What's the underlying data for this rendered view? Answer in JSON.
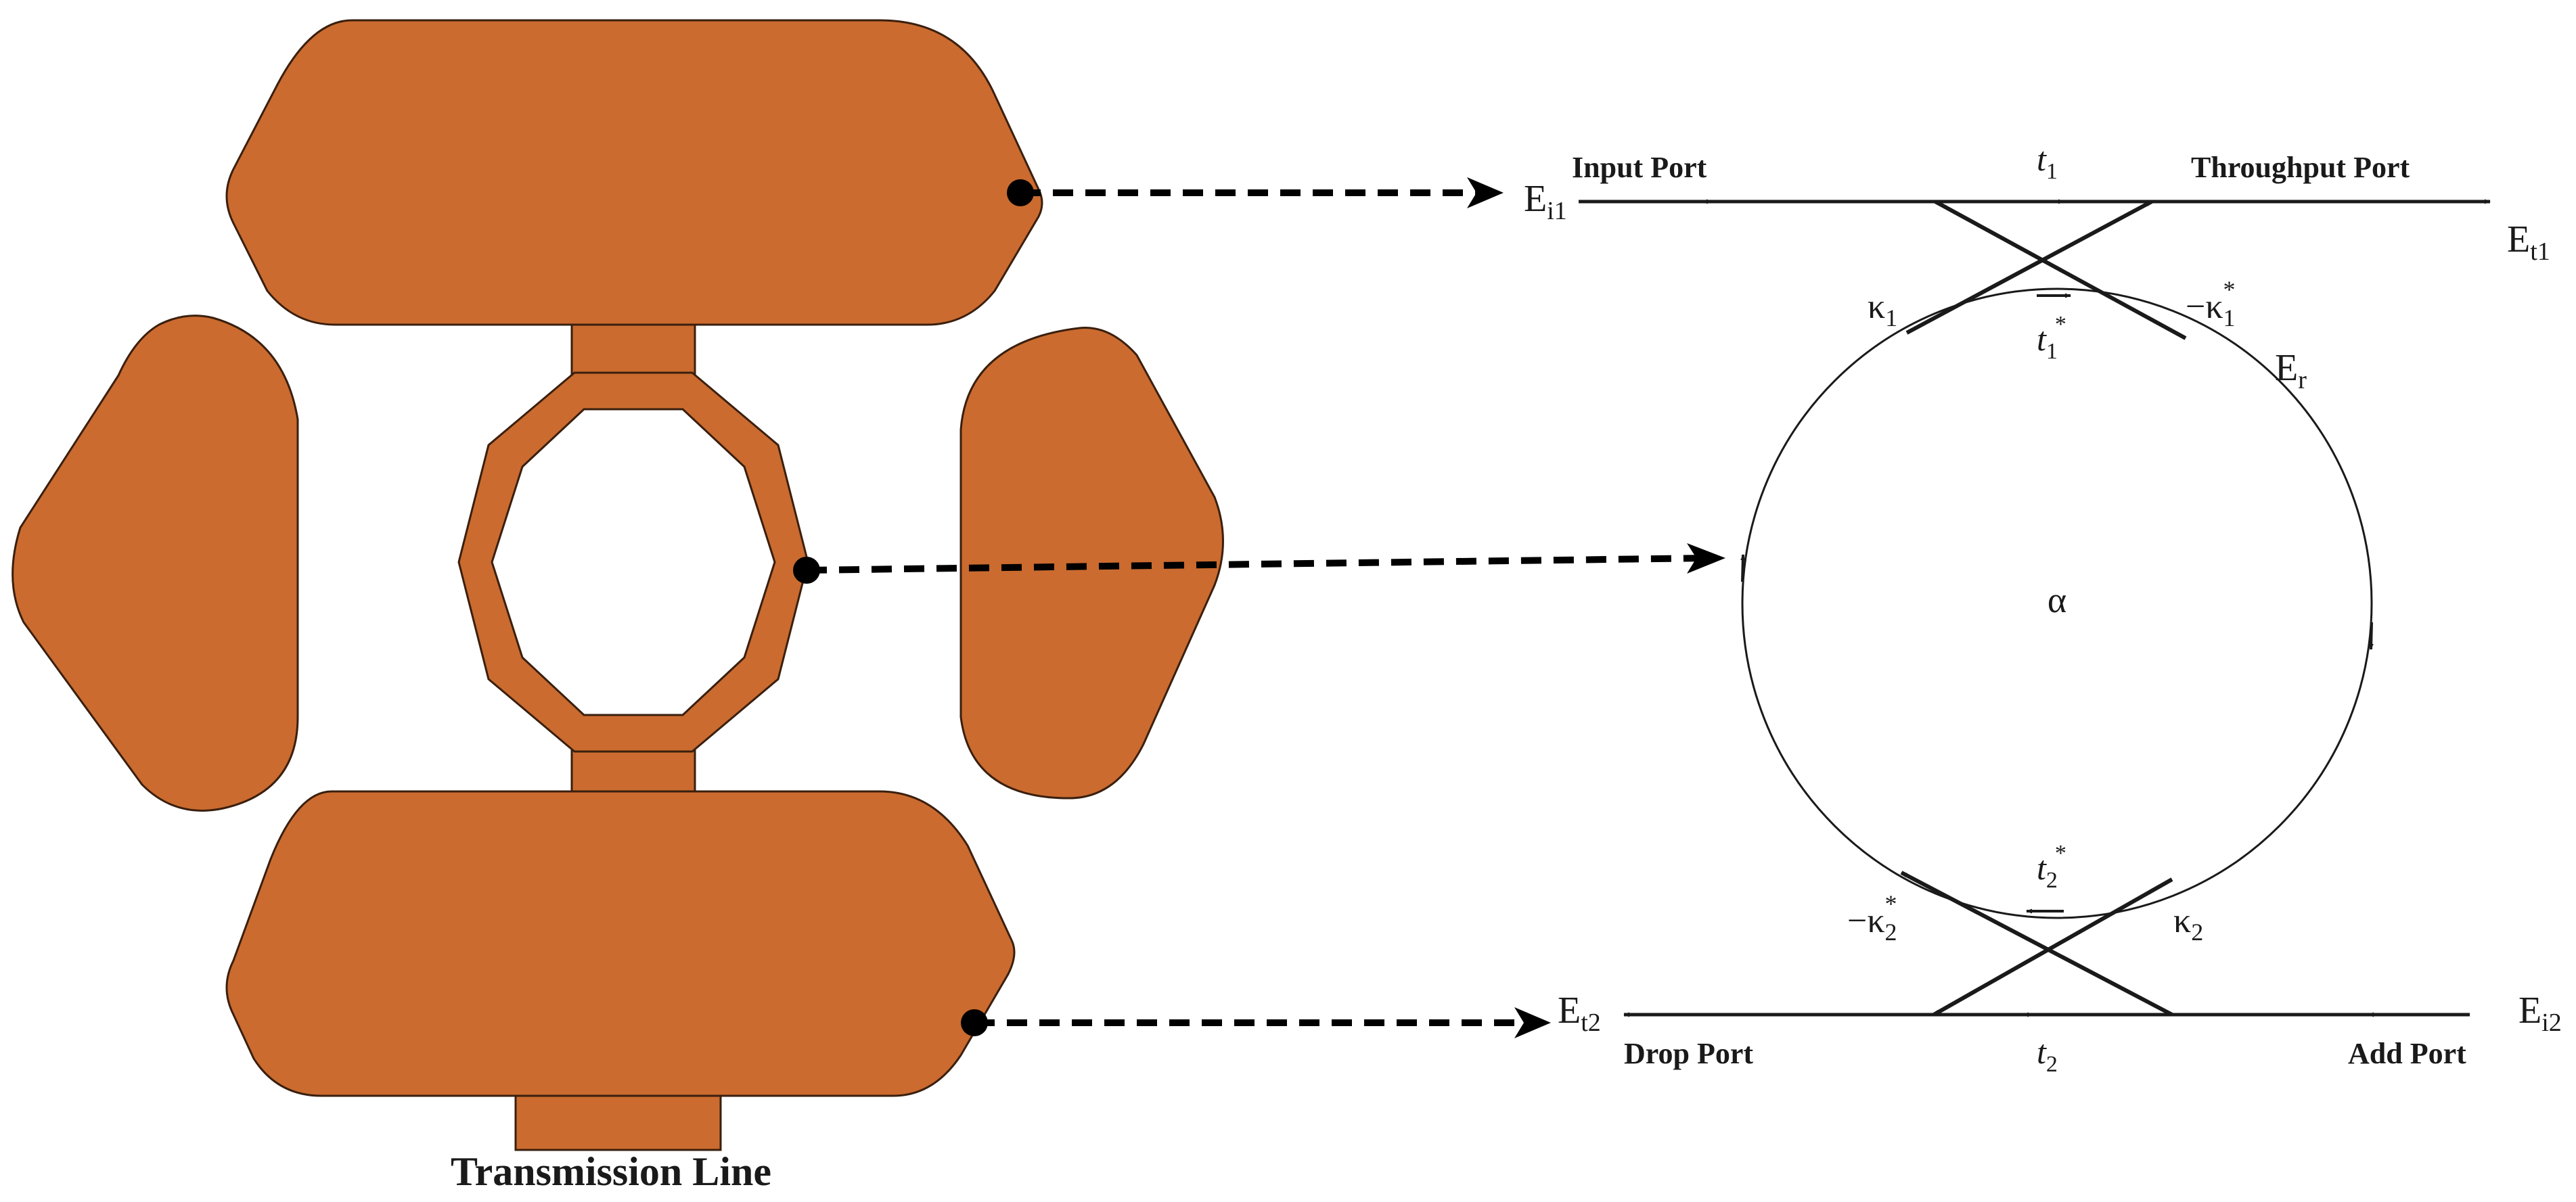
{
  "colors": {
    "copper": "#CB6B2F",
    "outline": "#3a1f0e",
    "line": "#1a1a1a",
    "background": "#ffffff"
  },
  "labels": {
    "transmission_line": "Transmission Line",
    "input_port": "Input Port",
    "throughput_port": "Throughput Port",
    "drop_port": "Drop Port",
    "add_port": "Add Port",
    "e_i1": {
      "main": "E",
      "sub": "i1"
    },
    "e_t1": {
      "main": "E",
      "sub": "t1"
    },
    "e_t2": {
      "main": "E",
      "sub": "t2"
    },
    "e_i2": {
      "main": "E",
      "sub": "i2"
    },
    "e_r": {
      "main": "E",
      "sub": "r"
    },
    "t1": {
      "main": "t",
      "sub": "1"
    },
    "t2": {
      "main": "t",
      "sub": "2"
    },
    "t1_star": {
      "main": "t",
      "sub": "1",
      "sup": "*"
    },
    "t2_star": {
      "main": "t",
      "sub": "2",
      "sup": "*"
    },
    "kappa1": {
      "main": "κ",
      "sub": "1"
    },
    "kappa2": {
      "main": "κ",
      "sub": "2"
    },
    "neg_kappa1_star": {
      "main": "−κ",
      "sub": "1",
      "sup": "*"
    },
    "neg_kappa2_star": {
      "main": "−κ",
      "sub": "2",
      "sup": "*"
    },
    "alpha": "α"
  }
}
